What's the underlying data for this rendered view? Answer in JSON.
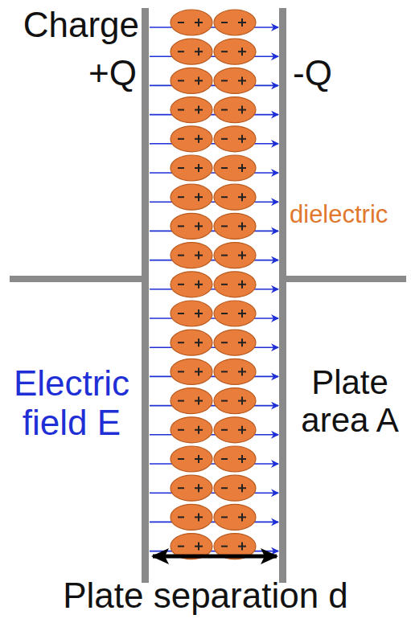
{
  "diagram": {
    "labels": [
      "Charge",
      "+Q",
      "-Q",
      "dielectric",
      "Electric field E",
      "Plate area A",
      "Plate separation d"
    ]
  }
}
